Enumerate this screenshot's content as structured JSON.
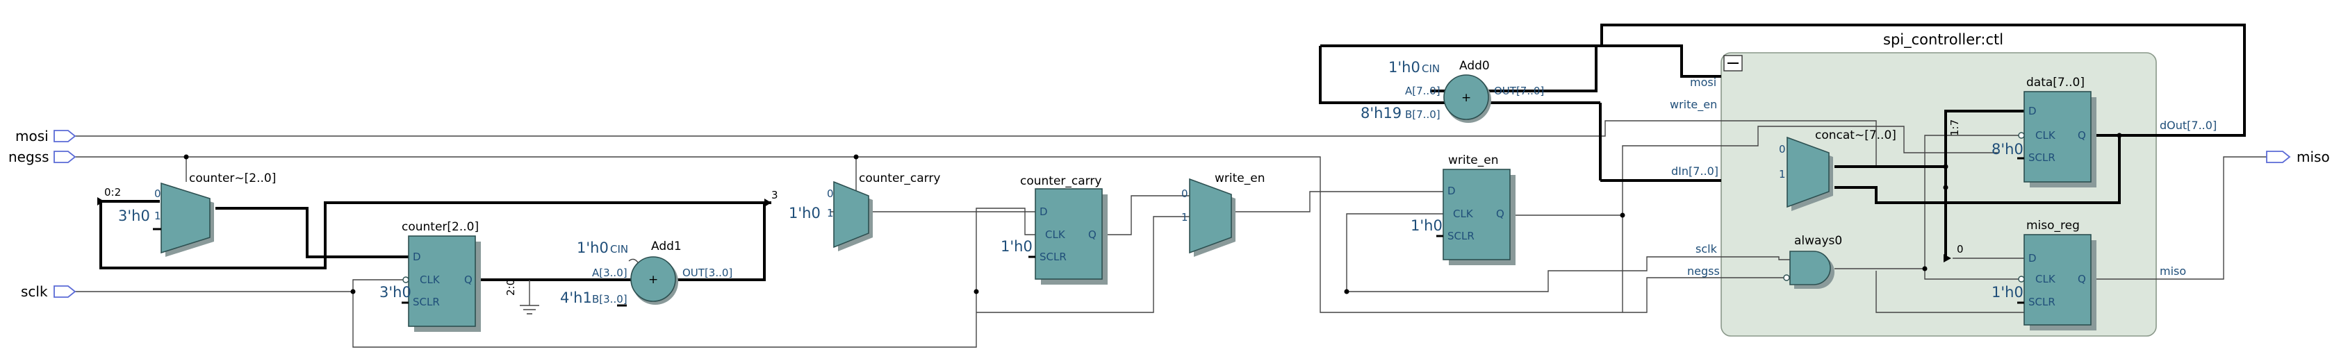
{
  "ports": {
    "mosi": "mosi",
    "negss": "negss",
    "sclk": "sclk",
    "miso": "miso"
  },
  "blocks": {
    "counter_mux": {
      "name": "counter~[2..0]",
      "in0": "0",
      "in1": "1",
      "const": "3'h0",
      "bits": "0:2"
    },
    "counter_reg": {
      "name": "counter[2..0]",
      "d": "D",
      "clk": "CLK",
      "sclr": "SCLR",
      "q": "Q",
      "const": "3'h0",
      "bits": "2:0"
    },
    "add1": {
      "name": "Add1",
      "cin_const": "1'h0",
      "cin": "CIN",
      "a": "A[3..0]",
      "b_const": "4'h1",
      "b": "B[3..0]",
      "out": "OUT[3..0]"
    },
    "carry_mux": {
      "name": "counter_carry",
      "in0": "0",
      "in1": "1",
      "const": "1'h0",
      "bit": "3"
    },
    "carry_reg": {
      "name": "counter_carry",
      "d": "D",
      "clk": "CLK",
      "sclr": "SCLR",
      "q": "Q",
      "const": "1'h0"
    },
    "wen_mux": {
      "name": "write_en",
      "in0": "0",
      "in1": "1"
    },
    "wen_reg": {
      "name": "write_en",
      "d": "D",
      "clk": "CLK",
      "sclr": "SCLR",
      "q": "Q",
      "const": "1'h0"
    },
    "add0": {
      "name": "Add0",
      "cin_const": "1'h0",
      "cin": "CIN",
      "a": "A[7..0]",
      "b_const": "8'h19",
      "b": "B[7..0]",
      "out": "OUT[7..0]"
    },
    "ctl": {
      "name": "spi_controller:ctl",
      "collapse_glyph": "—",
      "pins": {
        "mosi": "mosi",
        "write_en": "write_en",
        "din": "dIn[7..0]",
        "sclk": "sclk",
        "negss": "negss",
        "dout": "dOut[7..0]",
        "miso": "miso"
      },
      "concat": {
        "name": "concat~[7..0]",
        "in0": "0",
        "in1": "1"
      },
      "always0": {
        "name": "always0"
      },
      "data_reg": {
        "name": "data[7..0]",
        "d": "D",
        "clk": "CLK",
        "sclr": "SCLR",
        "q": "Q",
        "const": "8'h0"
      },
      "miso_reg": {
        "name": "miso_reg",
        "d": "D",
        "clk": "CLK",
        "sclr": "SCLR",
        "q": "Q",
        "const": "1'h0"
      },
      "slice_hi": "1:7",
      "slice_lo": "0"
    }
  },
  "colors": {
    "block_fill": "#6aa4a6",
    "controller_fill": "#dce6dc",
    "port_stroke": "#5b6bd6",
    "label_blue": "#1f4e79"
  }
}
